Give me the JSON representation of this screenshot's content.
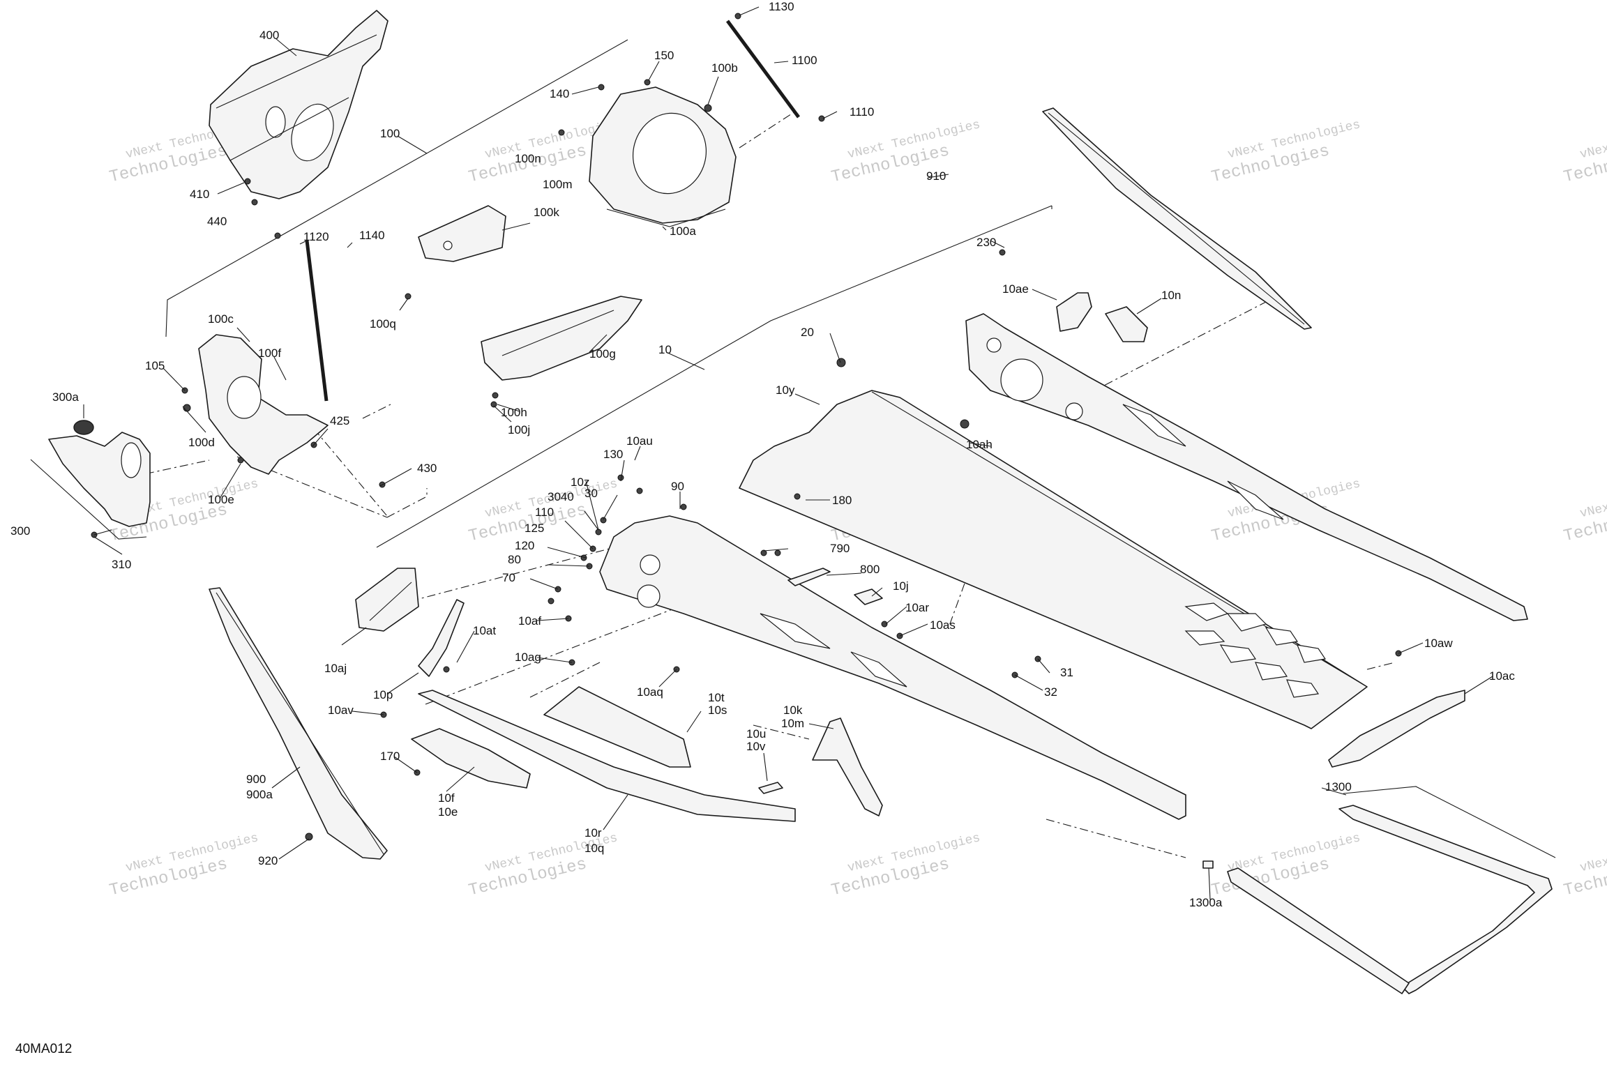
{
  "diagram": {
    "code": "40MA012",
    "watermark": {
      "line1": "vNext Technologies",
      "line2": "Technologies"
    },
    "callouts": [
      {
        "id": "1130",
        "label": "1130"
      },
      {
        "id": "1100",
        "label": "1100"
      },
      {
        "id": "1110",
        "label": "1110"
      },
      {
        "id": "400",
        "label": "400"
      },
      {
        "id": "100",
        "label": "100"
      },
      {
        "id": "150",
        "label": "150"
      },
      {
        "id": "140",
        "label": "140"
      },
      {
        "id": "100b",
        "label": "100b"
      },
      {
        "id": "100n",
        "label": "100n"
      },
      {
        "id": "100m",
        "label": "100m"
      },
      {
        "id": "100a",
        "label": "100a"
      },
      {
        "id": "410",
        "label": "410"
      },
      {
        "id": "440",
        "label": "440"
      },
      {
        "id": "910",
        "label": "910"
      },
      {
        "id": "100k",
        "label": "100k"
      },
      {
        "id": "1120",
        "label": "1120"
      },
      {
        "id": "1140",
        "label": "1140"
      },
      {
        "id": "100q",
        "label": "100q"
      },
      {
        "id": "230",
        "label": "230"
      },
      {
        "id": "10ae",
        "label": "10ae"
      },
      {
        "id": "10n",
        "label": "10n"
      },
      {
        "id": "100c",
        "label": "100c"
      },
      {
        "id": "100g",
        "label": "100g"
      },
      {
        "id": "20",
        "label": "20"
      },
      {
        "id": "10",
        "label": "10"
      },
      {
        "id": "100f",
        "label": "100f"
      },
      {
        "id": "105",
        "label": "105"
      },
      {
        "id": "300a",
        "label": "300a"
      },
      {
        "id": "10y",
        "label": "10y"
      },
      {
        "id": "100h",
        "label": "100h"
      },
      {
        "id": "425",
        "label": "425"
      },
      {
        "id": "100d",
        "label": "100d"
      },
      {
        "id": "100j",
        "label": "100j"
      },
      {
        "id": "10ah",
        "label": "10ah"
      },
      {
        "id": "10au",
        "label": "10au"
      },
      {
        "id": "130",
        "label": "130"
      },
      {
        "id": "430",
        "label": "430"
      },
      {
        "id": "100e",
        "label": "100e"
      },
      {
        "id": "10z",
        "label": "10z"
      },
      {
        "id": "90",
        "label": "90"
      },
      {
        "id": "180",
        "label": "180"
      },
      {
        "id": "30",
        "label": "30"
      },
      {
        "id": "3040",
        "label": "3040"
      },
      {
        "id": "110",
        "label": "110"
      },
      {
        "id": "125",
        "label": "125"
      },
      {
        "id": "300",
        "label": "300"
      },
      {
        "id": "310",
        "label": "310"
      },
      {
        "id": "120",
        "label": "120"
      },
      {
        "id": "790",
        "label": "790"
      },
      {
        "id": "80",
        "label": "80"
      },
      {
        "id": "800",
        "label": "800"
      },
      {
        "id": "70",
        "label": "70"
      },
      {
        "id": "10j",
        "label": "10j"
      },
      {
        "id": "10ar",
        "label": "10ar"
      },
      {
        "id": "10af",
        "label": "10af"
      },
      {
        "id": "10as",
        "label": "10as"
      },
      {
        "id": "10at",
        "label": "10at"
      },
      {
        "id": "10aw",
        "label": "10aw"
      },
      {
        "id": "10ag",
        "label": "10ag"
      },
      {
        "id": "10aj",
        "label": "10aj"
      },
      {
        "id": "31",
        "label": "31"
      },
      {
        "id": "10ac",
        "label": "10ac"
      },
      {
        "id": "32",
        "label": "32"
      },
      {
        "id": "10aq",
        "label": "10aq"
      },
      {
        "id": "10p",
        "label": "10p"
      },
      {
        "id": "10t",
        "label": "10t"
      },
      {
        "id": "10s",
        "label": "10s"
      },
      {
        "id": "10av",
        "label": "10av"
      },
      {
        "id": "10k",
        "label": "10k"
      },
      {
        "id": "10m",
        "label": "10m"
      },
      {
        "id": "10u",
        "label": "10u"
      },
      {
        "id": "10v",
        "label": "10v"
      },
      {
        "id": "170",
        "label": "170"
      },
      {
        "id": "1300",
        "label": "1300"
      },
      {
        "id": "900",
        "label": "900"
      },
      {
        "id": "900a",
        "label": "900a"
      },
      {
        "id": "10f",
        "label": "10f"
      },
      {
        "id": "10e",
        "label": "10e"
      },
      {
        "id": "10r",
        "label": "10r"
      },
      {
        "id": "10q",
        "label": "10q"
      },
      {
        "id": "920",
        "label": "920"
      },
      {
        "id": "1300a",
        "label": "1300a"
      }
    ]
  }
}
